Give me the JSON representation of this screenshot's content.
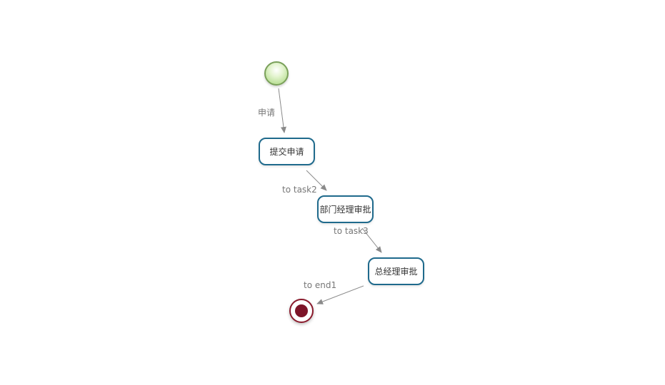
{
  "diagram": {
    "tasks": [
      {
        "id": "task1",
        "label": "提交申请"
      },
      {
        "id": "task2",
        "label": "部门经理审批"
      },
      {
        "id": "task3",
        "label": "总经理审批"
      }
    ],
    "transitions": [
      {
        "label": "申请"
      },
      {
        "label": "to task2"
      },
      {
        "label": "to task3"
      },
      {
        "label": "to end1"
      }
    ],
    "colors": {
      "task_border": "#1f6a8c",
      "start_fill": "#bfe29d",
      "start_border": "#7aa05a",
      "end_fill": "#7d1428",
      "end_border": "#8a1a2c",
      "edge": "#8a8a8a"
    }
  }
}
